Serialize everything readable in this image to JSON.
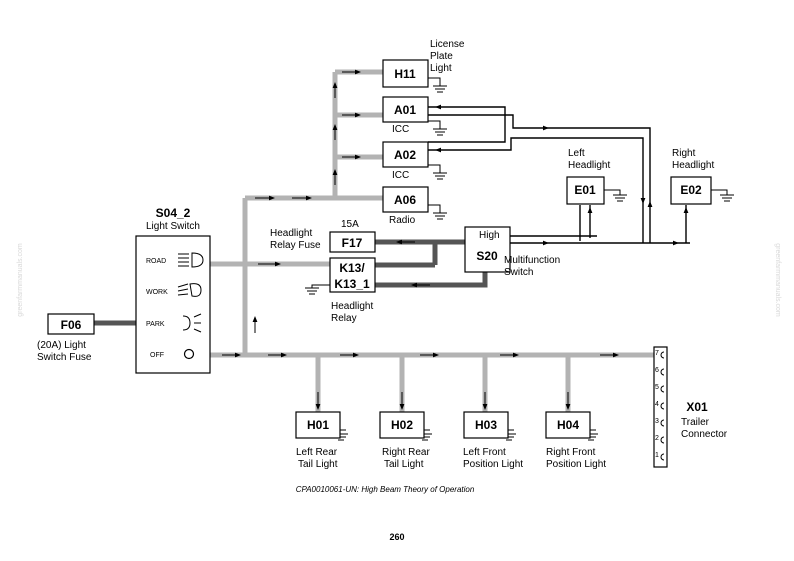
{
  "caption": "CPA0010061-UN: High Beam Theory of Operation",
  "page_number": "260",
  "watermark": "greenfarmmanuals.com",
  "components": {
    "h11": {
      "id": "H11",
      "desc": [
        "License",
        "Plate",
        "Light"
      ]
    },
    "a01": {
      "id": "A01",
      "desc": [
        "ICC"
      ]
    },
    "a02": {
      "id": "A02",
      "desc": [
        "ICC"
      ]
    },
    "a06": {
      "id": "A06",
      "desc": [
        "Radio"
      ]
    },
    "s04": {
      "id": "S04_2",
      "desc": [
        "Light Switch"
      ]
    },
    "f06": {
      "id": "F06",
      "desc": [
        "(20A) Light",
        "Switch Fuse"
      ]
    },
    "f17": {
      "id": "F17",
      "rating": "15A",
      "desc": [
        "Headlight",
        "Relay Fuse"
      ]
    },
    "k13": {
      "id": [
        "K13/",
        "K13_1"
      ],
      "desc": [
        "Headlight",
        "Relay"
      ]
    },
    "s20": {
      "id": "S20",
      "position": "High",
      "desc": [
        "Multifunction",
        "Switch"
      ]
    },
    "e01": {
      "id": "E01",
      "desc": [
        "Left",
        "Headlight"
      ]
    },
    "e02": {
      "id": "E02",
      "desc": [
        "Right",
        "Headlight"
      ]
    },
    "h01": {
      "id": "H01",
      "desc": [
        "Left Rear",
        "Tail Light"
      ]
    },
    "h02": {
      "id": "H02",
      "desc": [
        "Right Rear",
        "Tail Light"
      ]
    },
    "h03": {
      "id": "H03",
      "desc": [
        "Left Front",
        "Position Light"
      ]
    },
    "h04": {
      "id": "H04",
      "desc": [
        "Right Front",
        "Position Light"
      ]
    },
    "x01": {
      "id": "X01",
      "desc": [
        "Trailer",
        "Connector"
      ],
      "pins": [
        "7",
        "6",
        "5",
        "4",
        "3",
        "2",
        "1"
      ]
    }
  },
  "switch_positions": [
    "ROAD",
    "WORK",
    "PARK",
    "OFF"
  ],
  "colors": {
    "wire_thin": "#000000",
    "wire_heavy": "#555555",
    "wire_light": "#b3b3b3"
  }
}
